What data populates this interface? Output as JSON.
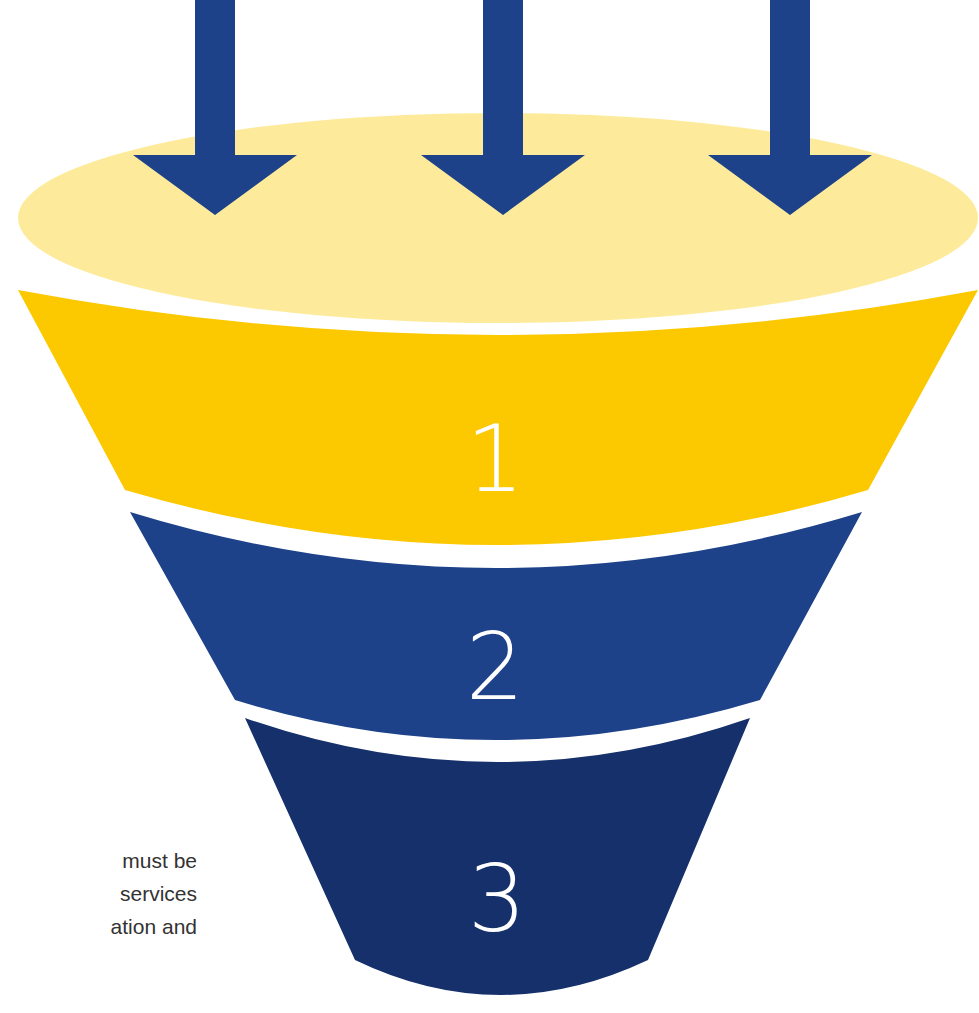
{
  "diagram": {
    "nodes": [
      {
        "text": [
          "1"
        ]
      },
      {
        "text": [
          "2"
        ]
      },
      {
        "text": [
          "3"
        ]
      }
    ],
    "labels": [
      "must be",
      "services",
      "ation and"
    ]
  }
}
